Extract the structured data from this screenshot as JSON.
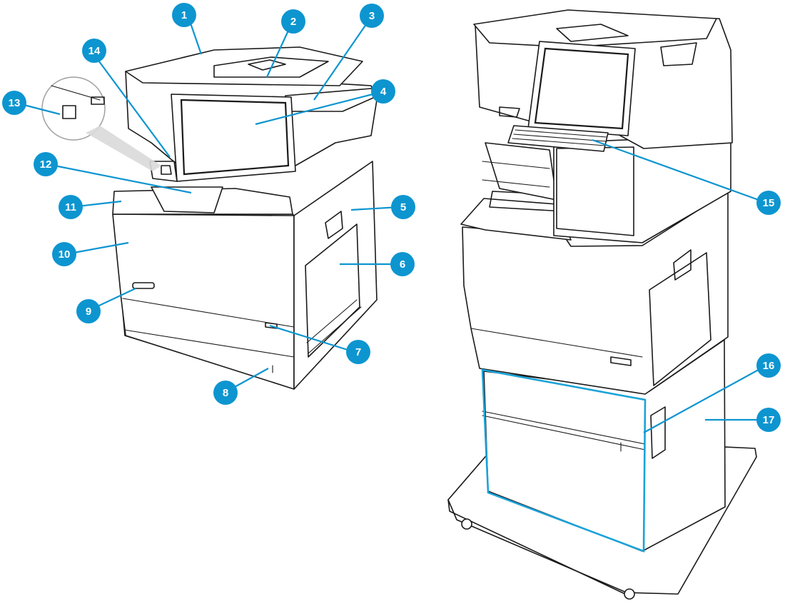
{
  "figure": {
    "accent_color": "#0d95d0",
    "callouts": [
      {
        "number": "1"
      },
      {
        "number": "2"
      },
      {
        "number": "3"
      },
      {
        "number": "4"
      },
      {
        "number": "5"
      },
      {
        "number": "6"
      },
      {
        "number": "7"
      },
      {
        "number": "8"
      },
      {
        "number": "9"
      },
      {
        "number": "10"
      },
      {
        "number": "11"
      },
      {
        "number": "12"
      },
      {
        "number": "13"
      },
      {
        "number": "14"
      },
      {
        "number": "15"
      },
      {
        "number": "16"
      },
      {
        "number": "17"
      }
    ]
  }
}
